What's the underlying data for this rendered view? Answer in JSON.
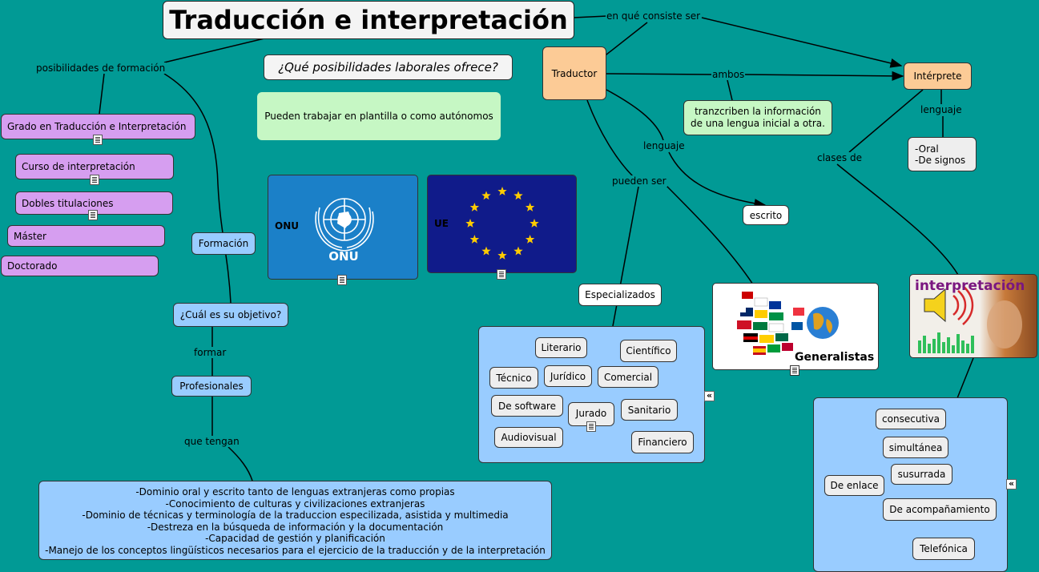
{
  "title": "Traducción e interpretación",
  "question": "¿Qué posibilidades laborales ofrece?",
  "answer": "Pueden trabajar en plantilla o como autónomos",
  "links": {
    "posibilidades": "posibilidades de formación",
    "consiste": "en qué consiste ser",
    "ambos": "ambos",
    "lenguaje_traductor": "lenguaje",
    "pueden_ser": "pueden ser",
    "lenguaje_interprete": "lenguaje",
    "clases_de": "clases de",
    "formar": "formar",
    "que_tengan": "que tengan"
  },
  "training": {
    "items": [
      "Grado en Traducción e Interpretación",
      "Curso de interpretación",
      "Dobles titulaciones",
      "Máster",
      "Doctorado"
    ],
    "formacion": "Formación",
    "objetivo": "¿Cuál es su objetivo?",
    "profesionales": "Profesionales",
    "skills": [
      "-Dominio oral y escrito tanto de lenguas extranjeras como propias",
      "-Conocimiento de culturas y civilizaciones extranjeras",
      "-Dominio de técnicas y terminología de la traduccion especilizada, asistida y multimedia",
      "-Destreza en la búsqueda de información y la documentación",
      "-Capacidad de gestión y planificación",
      "-Manejo de los conceptos lingüísticos necesarios para el ejercicio de la traducción y de la interpretación"
    ]
  },
  "orgs": {
    "onu_label": "ONU",
    "onu_logo_text": "ONU",
    "ue_label": "UE"
  },
  "translator": {
    "label": "Traductor",
    "definition": "tranzcriben la información de una lengua inicial a otra.",
    "escrito": "escrito",
    "especializados": "Especializados",
    "specializations": [
      "Literario",
      "Científico",
      "Técnico",
      "Jurídico",
      "Comercial",
      "De software",
      "Jurado",
      "Sanitario",
      "Audiovisual",
      "Financiero"
    ],
    "generalistas": "Generalistas"
  },
  "interpreter": {
    "label": "Intérprete",
    "language": [
      "-Oral",
      "-De signos"
    ],
    "image_text": "interpretación",
    "types": [
      "consecutiva",
      "simultánea",
      "susurrada",
      "De enlace",
      "De acompañamiento",
      "Telefónica"
    ]
  },
  "colors": {
    "background": "#019a95",
    "purple": "#d69ef0",
    "blue": "#99ccff",
    "orange": "#fccb96",
    "green": "#c6f7c4"
  }
}
